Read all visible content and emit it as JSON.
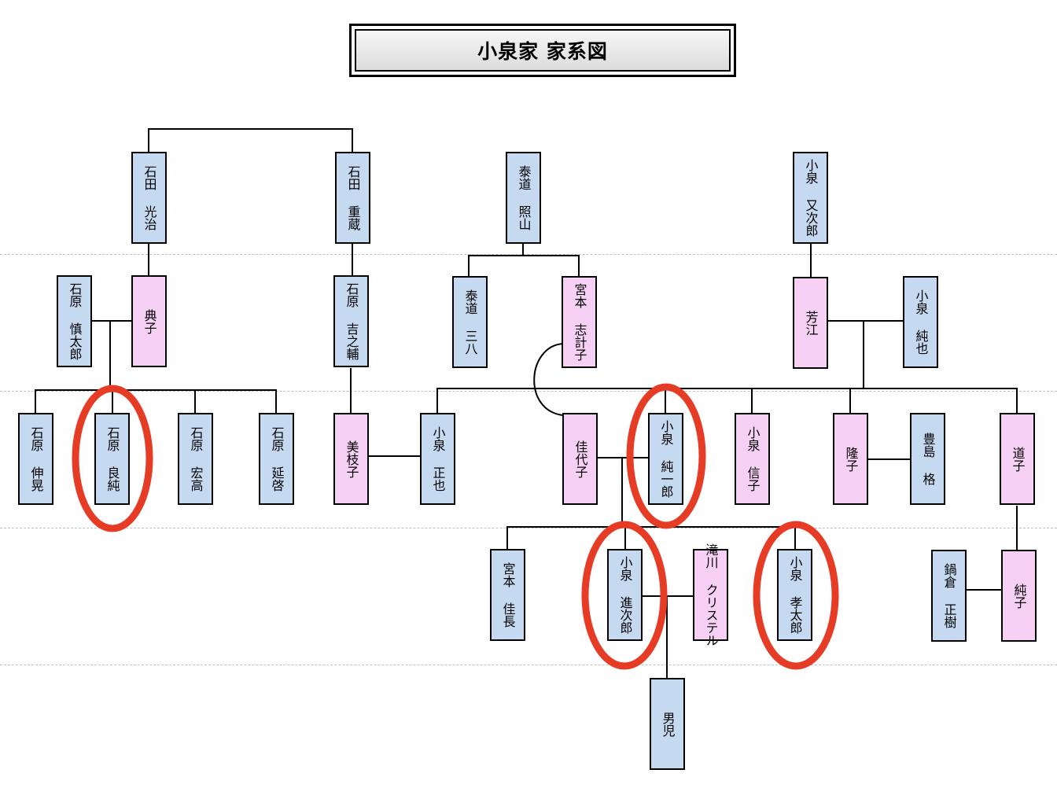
{
  "title": "小泉家 家系図",
  "colors": {
    "male": "#c5d9f1",
    "female": "#f7d1f5",
    "highlight": "#e63b24"
  },
  "people": {
    "ishida_koji": "石田 光治",
    "ishida_juzo": "石田 重蔵",
    "hatado_teruyama": "泰道 照山",
    "koizumi_matajiro": "小泉 又次郎",
    "ishihara_shintaro": "石原 慎太郎",
    "noriko": "典子",
    "ishihara_kichinosuke": "石原 吉之輔",
    "hatado_sanpachi": "泰道 三八",
    "miyamoto_shikeko": "宮本 志計子",
    "yoshie": "芳江",
    "koizumi_junya": "小泉 純也",
    "ishihara_nobuteru": "石原 伸晃",
    "ishihara_yoshizumi": "石原 良純",
    "ishihara_hiroaki": "石原 宏高",
    "ishihara_nobuhiro": "石原 延啓",
    "mieko": "美枝子",
    "koizumi_masaya": "小泉 正也",
    "kayoko": "佳代子",
    "koizumi_junichiro": "小泉 純一郎",
    "koizumi_nobuko": "小泉 信子",
    "takako": "隆子",
    "toyoshima_tadasu": "豊島 格",
    "michiko": "道子",
    "miyamoto_yoshinaga": "宮本 佳長",
    "koizumi_shinjiro": "小泉 進次郎",
    "takigawa_christel": "滝川 クリステル",
    "koizumi_kotaro": "小泉 孝太郎",
    "nabekura_masaki": "鍋倉 正樹",
    "junko": "純子",
    "danji": "男児"
  }
}
